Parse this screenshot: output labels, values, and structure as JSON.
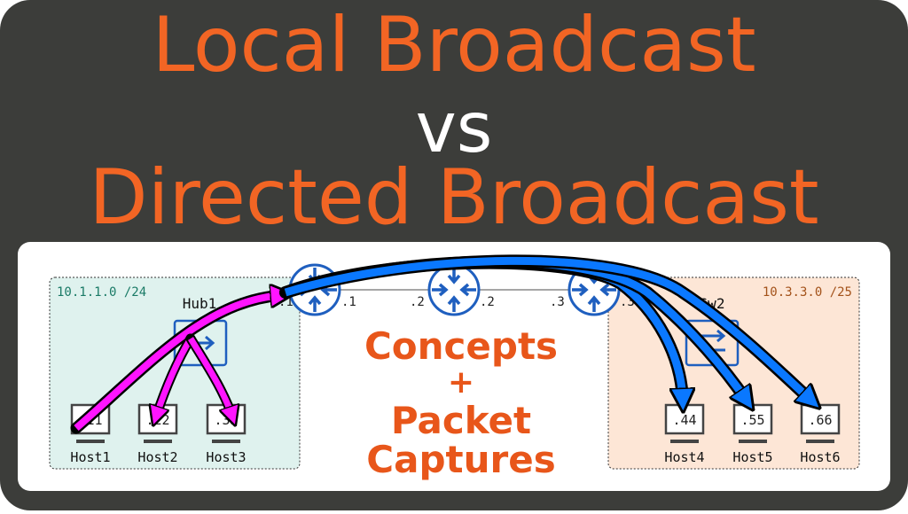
{
  "title": {
    "line1": "Local Broadcast",
    "line2": "vs",
    "line3": "Directed Broadcast"
  },
  "center": {
    "line1": "Concepts",
    "plus": "+",
    "line2": "Packet",
    "line3": "Captures"
  },
  "networks": {
    "left": "10.1.1.0 /24",
    "right": "10.3.3.0 /25"
  },
  "devices": {
    "hub": "Hub1",
    "switch": "Sw2"
  },
  "links": {
    "r1_left": ".1",
    "r1_right": ".1",
    "r2_left": ".2",
    "r2_right": ".2",
    "r3_left": ".3",
    "r3_right": ".3"
  },
  "hosts": [
    {
      "name": "Host1",
      "addr": ".11"
    },
    {
      "name": "Host2",
      "addr": ".22"
    },
    {
      "name": "Host3",
      "addr": ".33"
    },
    {
      "name": "Host4",
      "addr": ".44"
    },
    {
      "name": "Host5",
      "addr": ".55"
    },
    {
      "name": "Host6",
      "addr": ".66"
    }
  ],
  "colors": {
    "frame": "#3c3d3a",
    "title_orange": "#f26524",
    "center_orange": "#e8561a",
    "left_net_fill": "#dff2ee",
    "right_net_fill": "#fde6d6",
    "router_blue": "#1f5fbf",
    "local_arrow": "#ff14ff",
    "directed_arrow": "#0a78ff"
  }
}
